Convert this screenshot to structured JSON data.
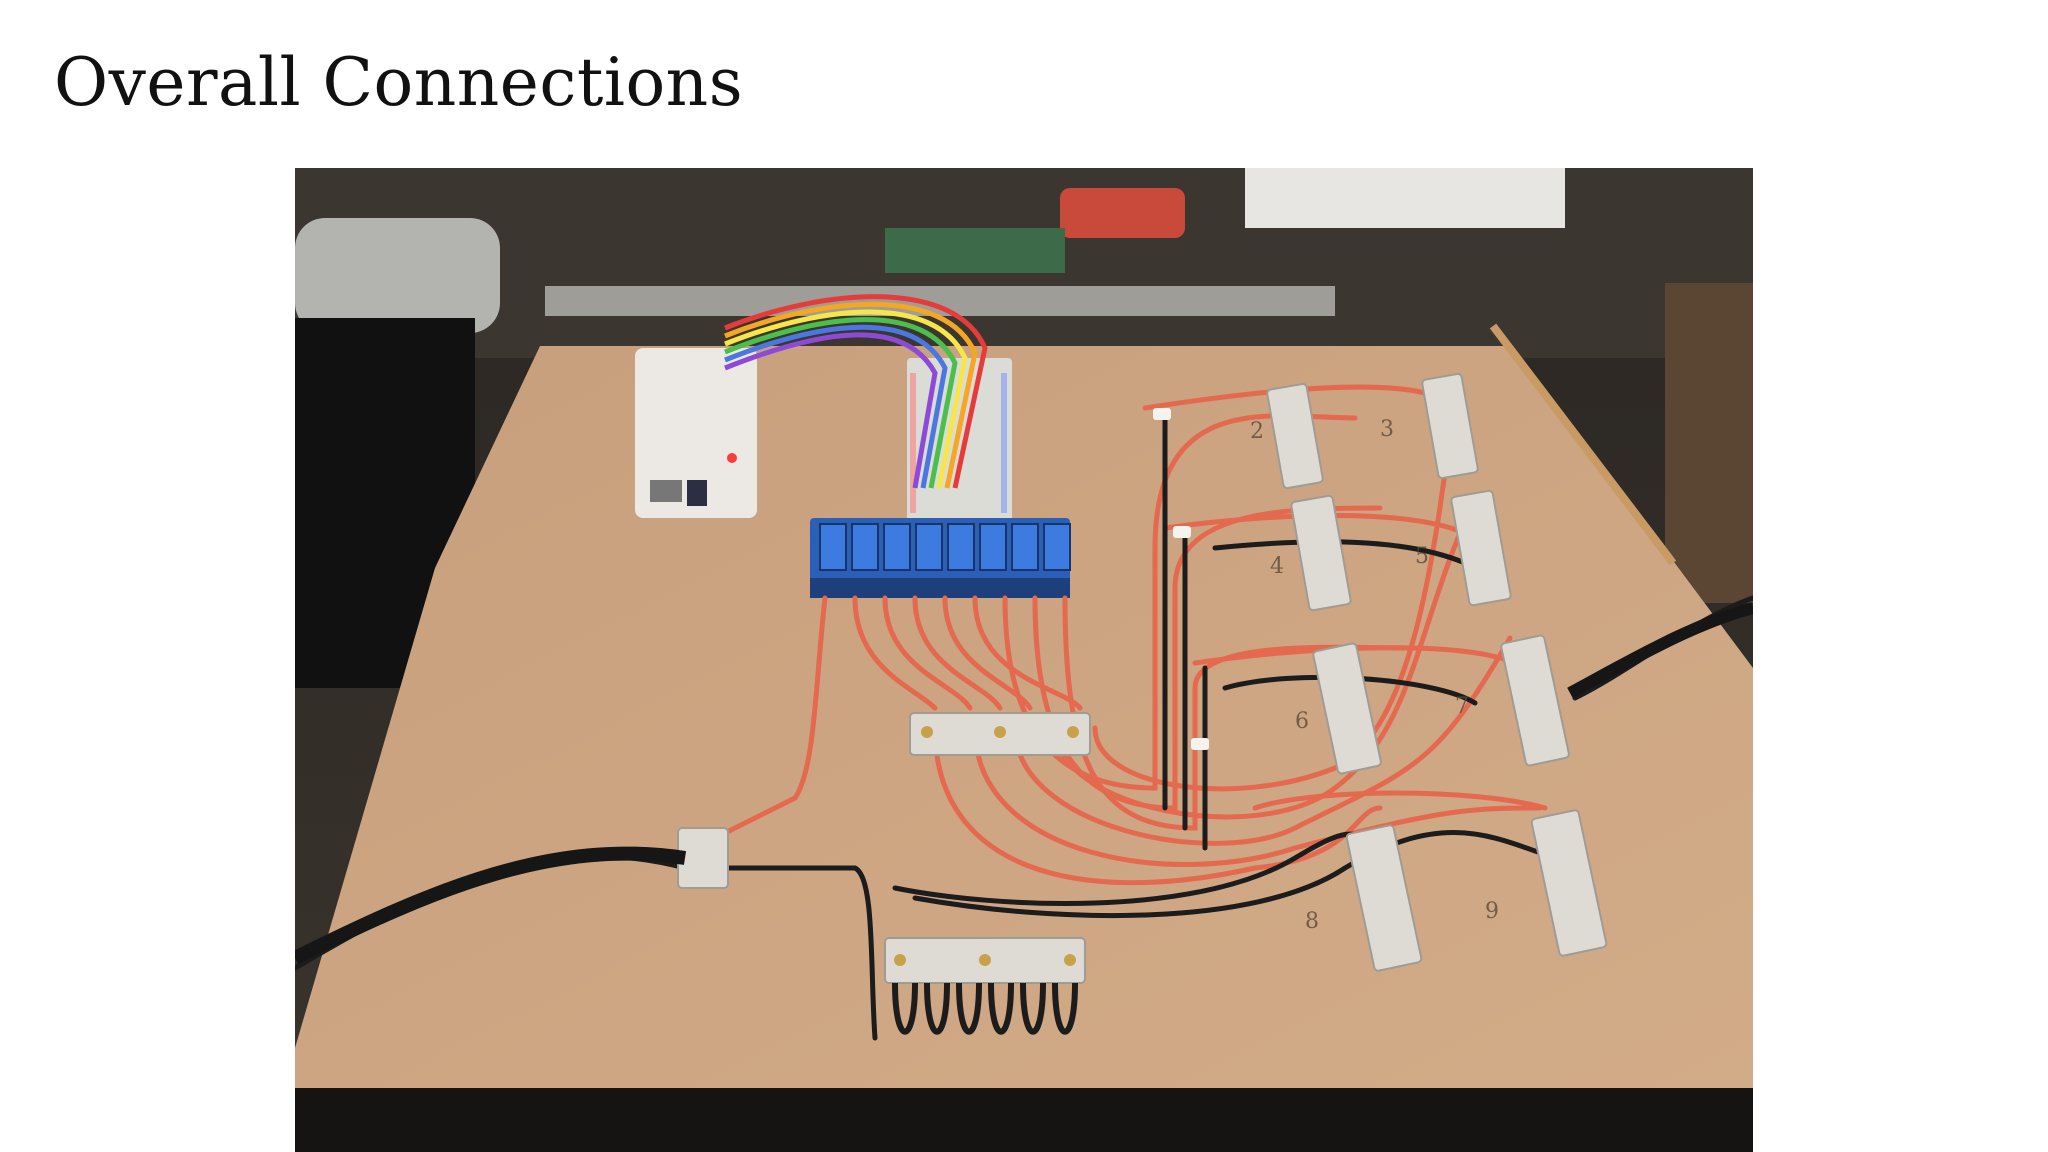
{
  "slide": {
    "title": "Overall Connections"
  },
  "photo": {
    "terminal_numbers": [
      "2",
      "3",
      "4",
      "5",
      "6",
      "7",
      "8",
      "9"
    ],
    "colors": {
      "board": "#cba27f",
      "relay_module": "#2b5fb8",
      "wire_red": "#e4694f",
      "wire_black": "#1c1c1c",
      "terminal_block": "#dedbd5"
    }
  }
}
